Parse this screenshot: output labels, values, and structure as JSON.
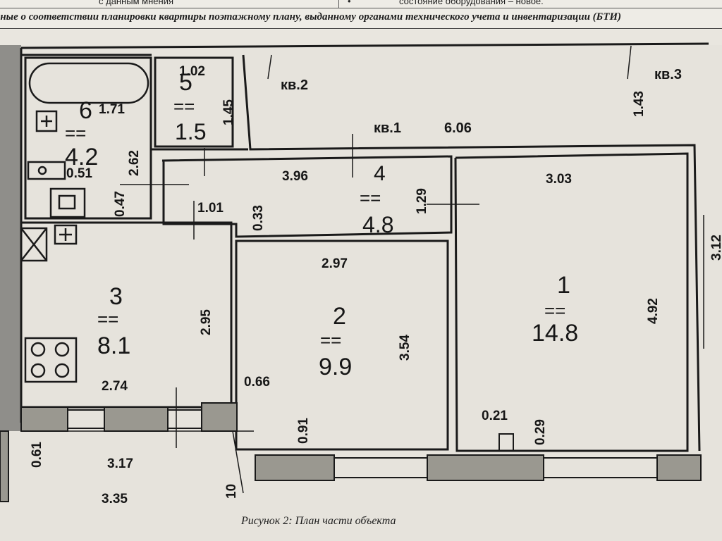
{
  "header": {
    "left_fragment": "с данным мнения",
    "bullet": "•",
    "right_fragment": "состояние оборудования – новое.",
    "subtitle": "нные о соответствии планировки квартиры поэтажному плану, выданному органами технического учета и инвентаризации (БТИ)"
  },
  "caption": "Рисунок 2: План части объекта",
  "apartments": {
    "kv1": "кв.1",
    "kv2": "кв.2",
    "kv3": "кв.3"
  },
  "rooms": {
    "r1": {
      "number": "1",
      "sep": "==",
      "area": "14.8"
    },
    "r2": {
      "number": "2",
      "sep": "==",
      "area": "9.9"
    },
    "r3": {
      "number": "3",
      "sep": "==",
      "area": "8.1"
    },
    "r4": {
      "number": "4",
      "sep": "==",
      "area": "4.8"
    },
    "r5": {
      "number": "5",
      "sep": "==",
      "area": "1.5"
    },
    "r6": {
      "number": "6",
      "sep": "==",
      "area": "4.2"
    }
  },
  "dimensions": {
    "d_1_02": "1.02",
    "d_1_45": "1.45",
    "d_1_71": "1.71",
    "d_2_62": "2.62",
    "d_0_51": "0.51",
    "d_0_47": "0.47",
    "d_1_01": "1.01",
    "d_0_33": "0.33",
    "d_3_96": "3.96",
    "d_1_29": "1.29",
    "d_6_06": "6.06",
    "d_1_43": "1.43",
    "d_3_03": "3.03",
    "d_2_97": "2.97",
    "d_4_92": "4.92",
    "d_2_95": "2.95",
    "d_3_54": "3.54",
    "d_2_74": "2.74",
    "d_0_66": "0.66",
    "d_0_91": "0.91",
    "d_0_21": "0.21",
    "d_0_29": "0.29",
    "d_0_61": "0.61",
    "d_3_17": "3.17",
    "d_3_35": "3.35",
    "d_10": "10",
    "d_3_12": "3.12"
  },
  "colors": {
    "paper": "#e6e3dc",
    "ink": "#161616",
    "wall_fill": "#9a9890",
    "shadow_left": "#8f8e8a"
  }
}
